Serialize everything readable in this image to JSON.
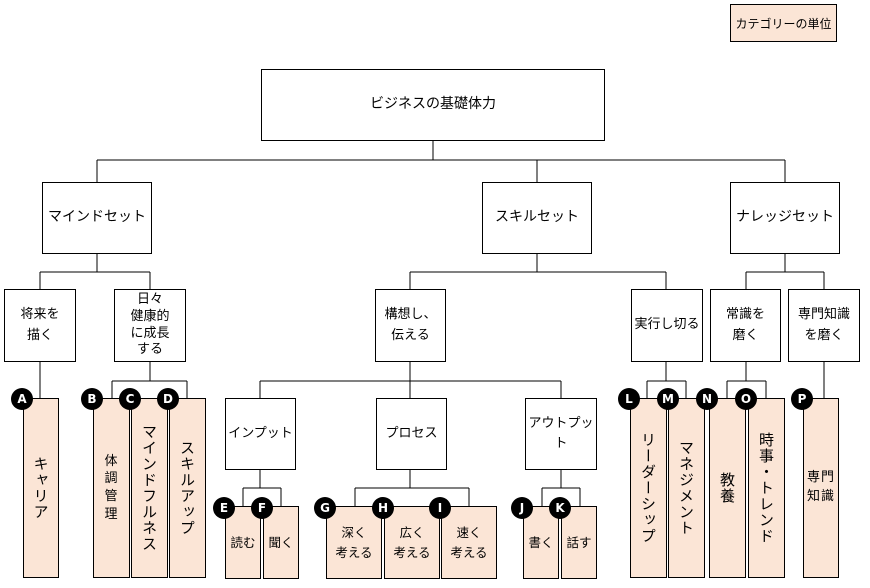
{
  "legend": "カテゴリーの単位",
  "root": "ビジネスの基礎体力",
  "level1": {
    "mind": "マインドセット",
    "skill": "スキルセット",
    "knowledge": "ナレッジセット"
  },
  "level2": {
    "future": "将来を\n描く",
    "growth": "日々\n健康的\nに成長\nする",
    "concept": "構想し、\n伝える",
    "execute": "実行し切る",
    "common": "常識を\n磨く",
    "expert": "専門知識\nを磨く"
  },
  "level3": {
    "input": "インプット",
    "process": "プロセス",
    "output": "アウトプット"
  },
  "categories": {
    "A": {
      "badge": "A",
      "label": "キャリア"
    },
    "B": {
      "badge": "B",
      "label": "体\n調\n管\n理"
    },
    "C": {
      "badge": "C",
      "label": "マインドフルネス"
    },
    "D": {
      "badge": "D",
      "label": "スキルアップ"
    },
    "E": {
      "badge": "E",
      "label": "読む"
    },
    "F": {
      "badge": "F",
      "label": "聞く"
    },
    "G": {
      "badge": "G",
      "label": "深く\n考える"
    },
    "H": {
      "badge": "H",
      "label": "広く\n考える"
    },
    "I": {
      "badge": "I",
      "label": "速く\n考える"
    },
    "J": {
      "badge": "J",
      "label": "書く"
    },
    "K": {
      "badge": "K",
      "label": "話す"
    },
    "L": {
      "badge": "L",
      "label": "リーダーシップ"
    },
    "M": {
      "badge": "M",
      "label": "マネジメント"
    },
    "N": {
      "badge": "N",
      "label": "教養"
    },
    "O": {
      "badge": "O",
      "label": "時事・トレンド"
    },
    "P": {
      "badge": "P",
      "label": "専門\n知識"
    }
  }
}
